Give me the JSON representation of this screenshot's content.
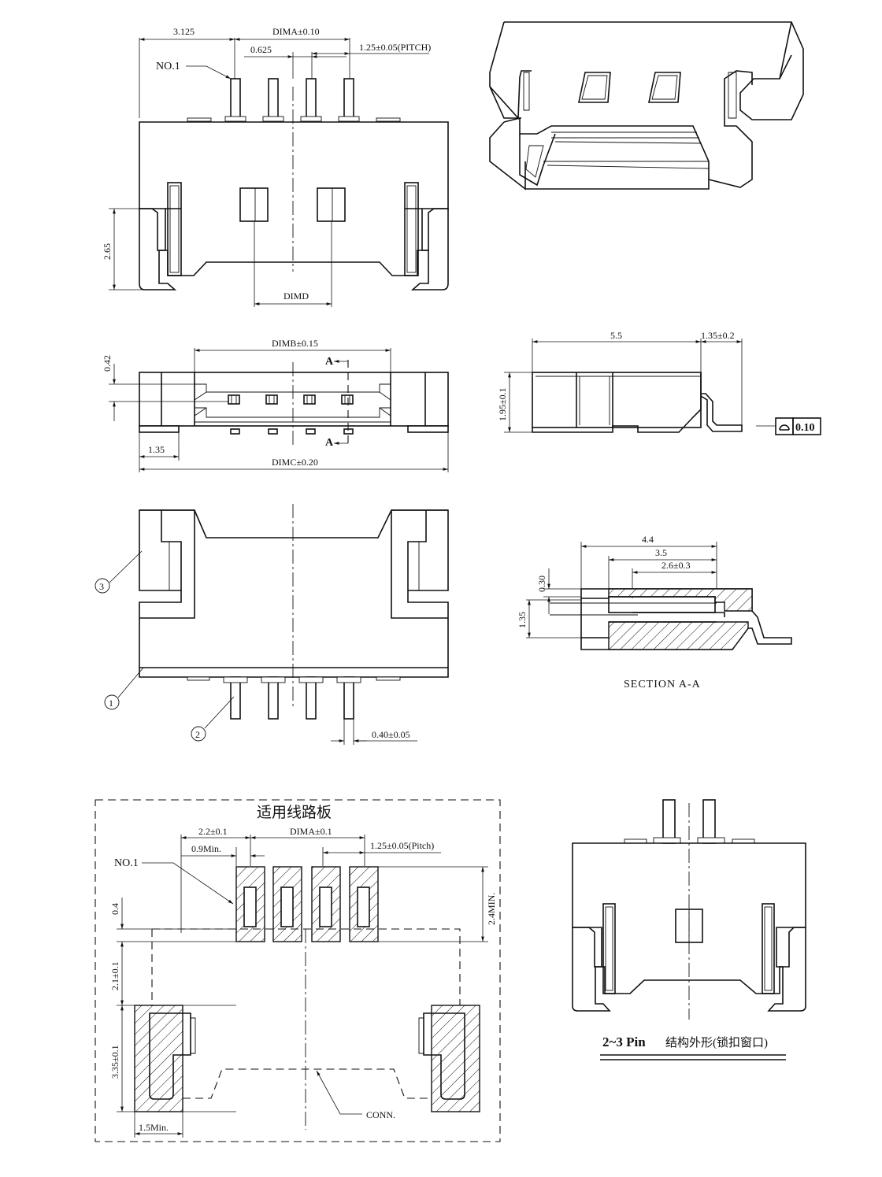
{
  "top_view": {
    "dim_3125": "3.125",
    "dim_dima": "DIMA±0.10",
    "dim_0625": "0.625",
    "dim_pitch": "1.25±0.05(PITCH)",
    "label_no1": "NO.1",
    "dim_265": "2.65",
    "dim_dimd": "DIMD"
  },
  "front_view": {
    "dim_042": "0.42",
    "dim_dimb": "DIMB±0.15",
    "section_mark_a": "A",
    "dim_135": "1.35",
    "dim_dimc": "DIMC±0.20"
  },
  "side_view": {
    "dim_55": "5.5",
    "dim_135": "1.35±0.2",
    "dim_195": "1.95±0.1",
    "flatness_value": "0.10"
  },
  "bottom_view": {
    "callout_1": "1",
    "callout_2": "2",
    "callout_3": "3",
    "dim_040": "0.40±0.05"
  },
  "section_view": {
    "dim_44": "4.4",
    "dim_35": "3.5",
    "dim_26": "2.6±0.3",
    "dim_030": "0.30",
    "dim_135": "1.35",
    "title": "SECTION A-A"
  },
  "pcb_layout": {
    "title": "适用线路板",
    "dim_22": "2.2±0.1",
    "dim_dima": "DIMA±0.1",
    "dim_09": "0.9Min.",
    "dim_pitch": "1.25±0.05(Pitch)",
    "label_no1": "NO.1",
    "dim_04": "0.4",
    "dim_24": "2.4MIN.",
    "dim_21": "2.1±0.1",
    "dim_335": "3.35±0.1",
    "dim_15": "1.5Min.",
    "label_conn": "CONN."
  },
  "small_view": {
    "caption_bold": "2~3  Pin",
    "caption_text": "结构外形(锁扣窗口)"
  }
}
